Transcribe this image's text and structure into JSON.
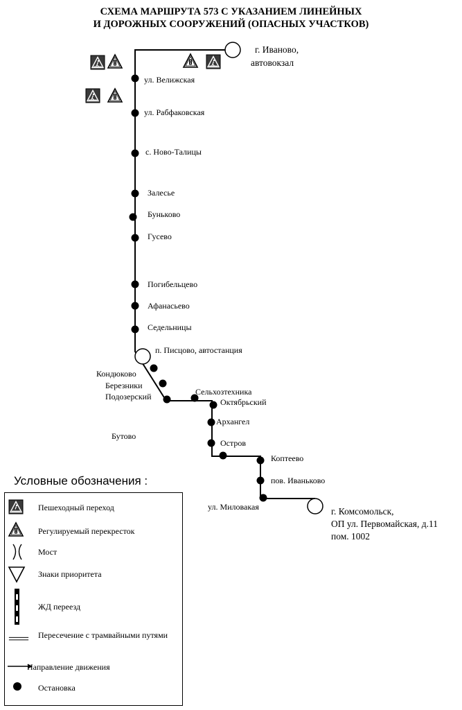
{
  "header": {
    "title_line1": "СХЕМА МАРШРУТА 573 С УКАЗАНИЕМ ЛИНЕЙНЫХ",
    "title_line2": "И ДОРОЖНЫХ СООРУЖЕНИЙ (ОПАСНЫХ УЧАСТКОВ)"
  },
  "route": {
    "start_terminal": {
      "line1": "г. Иваново,",
      "line2": "автовокзал"
    },
    "mid_terminal": "п. Писцово, автостанция",
    "end_terminal": {
      "line1": "г. Комсомольск,",
      "line2": "ОП ул. Первомайская, д.11",
      "line3": "пом. 1002"
    },
    "stops": [
      "ул. Велижская",
      "ул. Рабфаковская",
      "с. Ново-Талицы",
      "Залесье",
      "Буньково",
      "Гусево",
      "Погибельцево",
      "Афанасьево",
      "Седельницы",
      "Кондюково",
      "Березники",
      "Подозерский",
      "Сельхозтехника",
      "Октябрьский",
      "Бутово",
      "Архангел",
      "Остров",
      "Коптеево",
      "пов. Иваньково",
      "ул. Миловакая"
    ]
  },
  "legend": {
    "title": "Условные обозначения :",
    "items": [
      {
        "icon": "pedestrian-crossing-icon",
        "label": "Пешеходный переход"
      },
      {
        "icon": "traffic-light-icon",
        "label": "Регулируемый перекресток"
      },
      {
        "icon": "bridge-icon",
        "label": "Мост"
      },
      {
        "icon": "priority-sign-icon",
        "label": "Знаки приоритета"
      },
      {
        "icon": "railway-crossing-icon",
        "label": "ЖД переезд"
      },
      {
        "icon": "tram-crossing-icon",
        "label": "Пересечение с трамвайными путями"
      },
      {
        "icon": "direction-arrow-icon",
        "label": "Направление движения"
      },
      {
        "icon": "bus-stop-icon",
        "label": "Остановка"
      }
    ]
  }
}
